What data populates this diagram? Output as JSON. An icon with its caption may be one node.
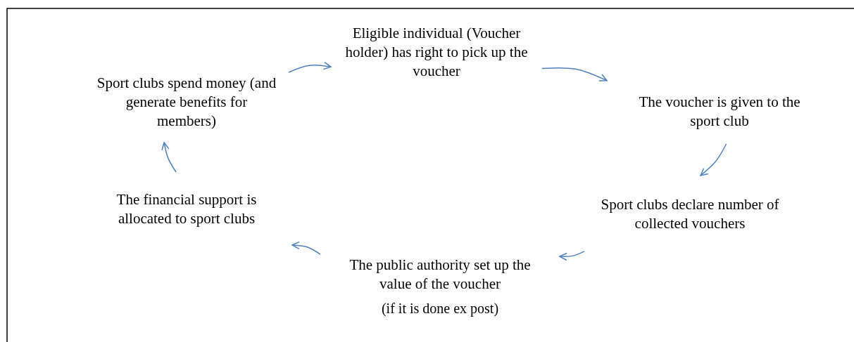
{
  "diagram": {
    "nodes": [
      {
        "text": [
          "Eligible individual (Voucher holder) has right to pick up the voucher"
        ]
      },
      {
        "text": [
          "The voucher is given to the sport club"
        ]
      },
      {
        "text": [
          "Sport clubs declare number of collected vouchers"
        ]
      },
      {
        "text": [
          "The public authority set up the value of the voucher"
        ],
        "beside": [
          "(if it is done ex post)"
        ]
      },
      {
        "text": [
          "The financial support is allocated to sport clubs"
        ]
      },
      {
        "text": [
          "Sport clubs spend money (and generate benefits for members)"
        ]
      }
    ],
    "edges": [
      {
        "from": 5,
        "to": 0,
        "arrow": "to"
      },
      {
        "from": 0,
        "to": 1,
        "arrow": "to"
      },
      {
        "from": 1,
        "to": 2,
        "arrow": "to"
      },
      {
        "from": 2,
        "to": 3,
        "arrow": "to"
      },
      {
        "from": 3,
        "to": 4,
        "arrow": "to"
      },
      {
        "from": 4,
        "to": 5,
        "arrow": "to"
      }
    ]
  }
}
